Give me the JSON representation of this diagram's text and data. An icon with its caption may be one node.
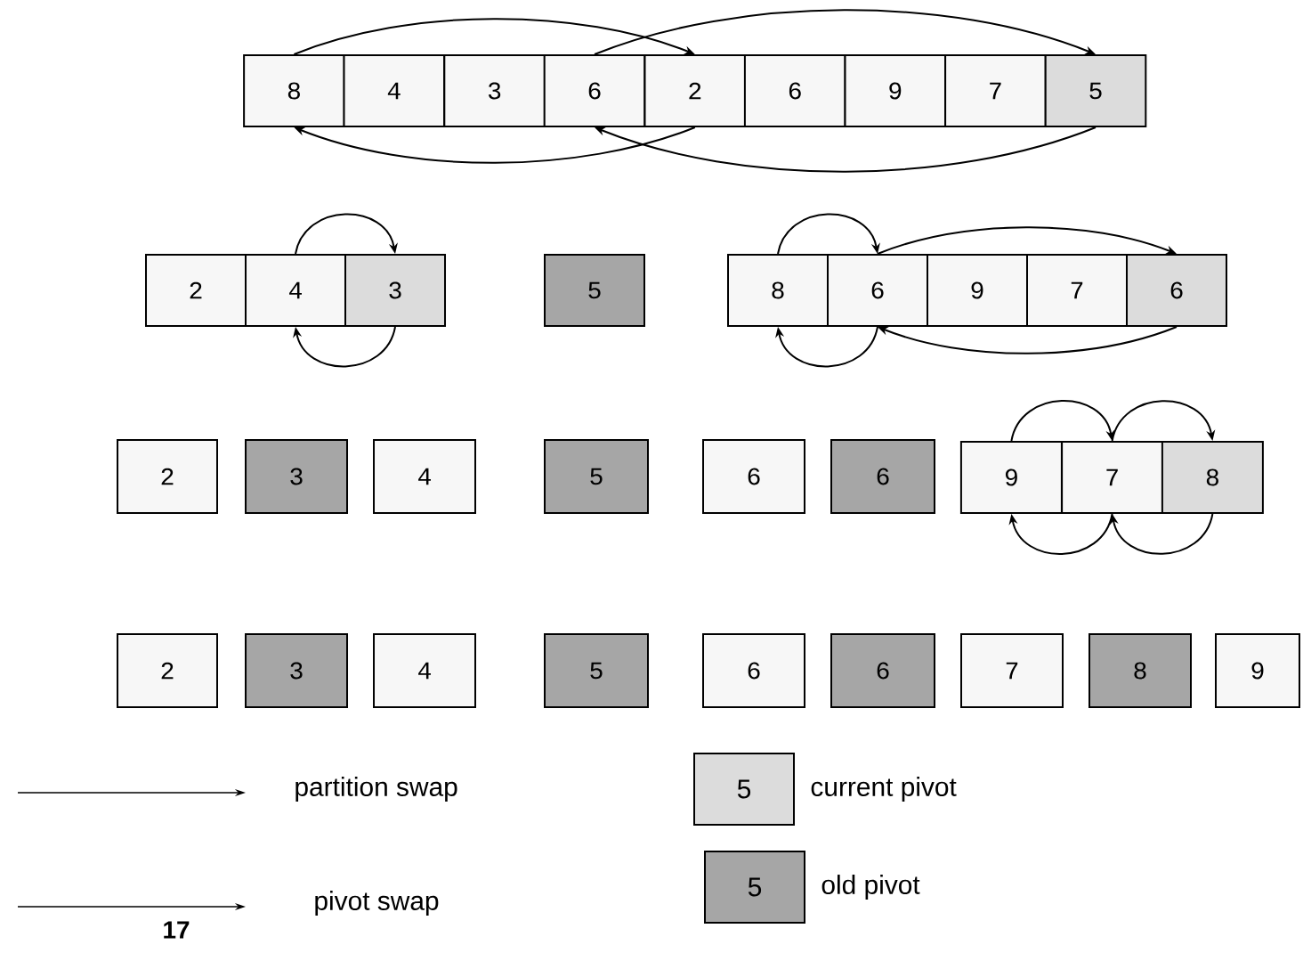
{
  "diagram": {
    "nodes": [
      {
        "text": [
          "8"
        ]
      },
      {
        "text": [
          "4"
        ]
      },
      {
        "text": [
          "3"
        ]
      },
      {
        "text": [
          "6"
        ]
      },
      {
        "text": [
          "2"
        ]
      },
      {
        "text": [
          "6"
        ]
      },
      {
        "text": [
          "9"
        ]
      },
      {
        "text": [
          "7"
        ]
      },
      {
        "text": [
          "5"
        ]
      },
      {
        "text": [
          "2"
        ]
      },
      {
        "text": [
          "4"
        ]
      },
      {
        "text": [
          "3"
        ]
      },
      {
        "text": [
          "5"
        ]
      },
      {
        "text": [
          "8"
        ]
      },
      {
        "text": [
          "6"
        ]
      },
      {
        "text": [
          "9"
        ]
      },
      {
        "text": [
          "7"
        ]
      },
      {
        "text": [
          "6"
        ]
      },
      {
        "text": [
          "2"
        ]
      },
      {
        "text": [
          "3"
        ]
      },
      {
        "text": [
          "4"
        ]
      },
      {
        "text": [
          "5"
        ]
      },
      {
        "text": [
          "6"
        ]
      },
      {
        "text": [
          "6"
        ]
      },
      {
        "text": [
          "9"
        ]
      },
      {
        "text": [
          "7"
        ]
      },
      {
        "text": [
          "8"
        ]
      },
      {
        "text": [
          "2"
        ]
      },
      {
        "text": [
          "3"
        ]
      },
      {
        "text": [
          "4"
        ]
      },
      {
        "text": [
          "5"
        ]
      },
      {
        "text": [
          "6"
        ]
      },
      {
        "text": [
          "6"
        ]
      },
      {
        "text": [
          "7"
        ]
      },
      {
        "text": [
          "8"
        ]
      },
      {
        "text": [
          "9"
        ]
      }
    ],
    "edges": [
      {
        "from": 0,
        "to": 4,
        "arrow": "to"
      },
      {
        "from": 3,
        "to": 8,
        "arrow": "to"
      },
      {
        "from": 4,
        "to": 0,
        "arrow": "to"
      },
      {
        "from": 8,
        "to": 3,
        "arrow": "to"
      },
      {
        "from": 10,
        "to": 11,
        "arrow": "to"
      },
      {
        "from": 11,
        "to": 10,
        "arrow": "to"
      },
      {
        "from": 13,
        "to": 14,
        "arrow": "to"
      },
      {
        "from": 14,
        "to": 17,
        "arrow": "to"
      },
      {
        "from": 14,
        "to": 13,
        "arrow": "to"
      },
      {
        "from": 17,
        "to": 14,
        "arrow": "to"
      },
      {
        "from": 24,
        "to": 25,
        "arrow": "to"
      },
      {
        "from": 25,
        "to": 26,
        "arrow": "to"
      },
      {
        "from": 25,
        "to": 24,
        "arrow": "to"
      },
      {
        "from": 26,
        "to": 25,
        "arrow": "to"
      }
    ],
    "labels": [
      "5",
      "5",
      "17"
    ],
    "legend": [
      {
        "text": "partition swap"
      },
      {
        "text": "pivot swap"
      },
      {
        "text": "current pivot",
        "color": "#dcdcdc"
      },
      {
        "text": "old pivot",
        "color": "#a6a6a6"
      }
    ]
  }
}
